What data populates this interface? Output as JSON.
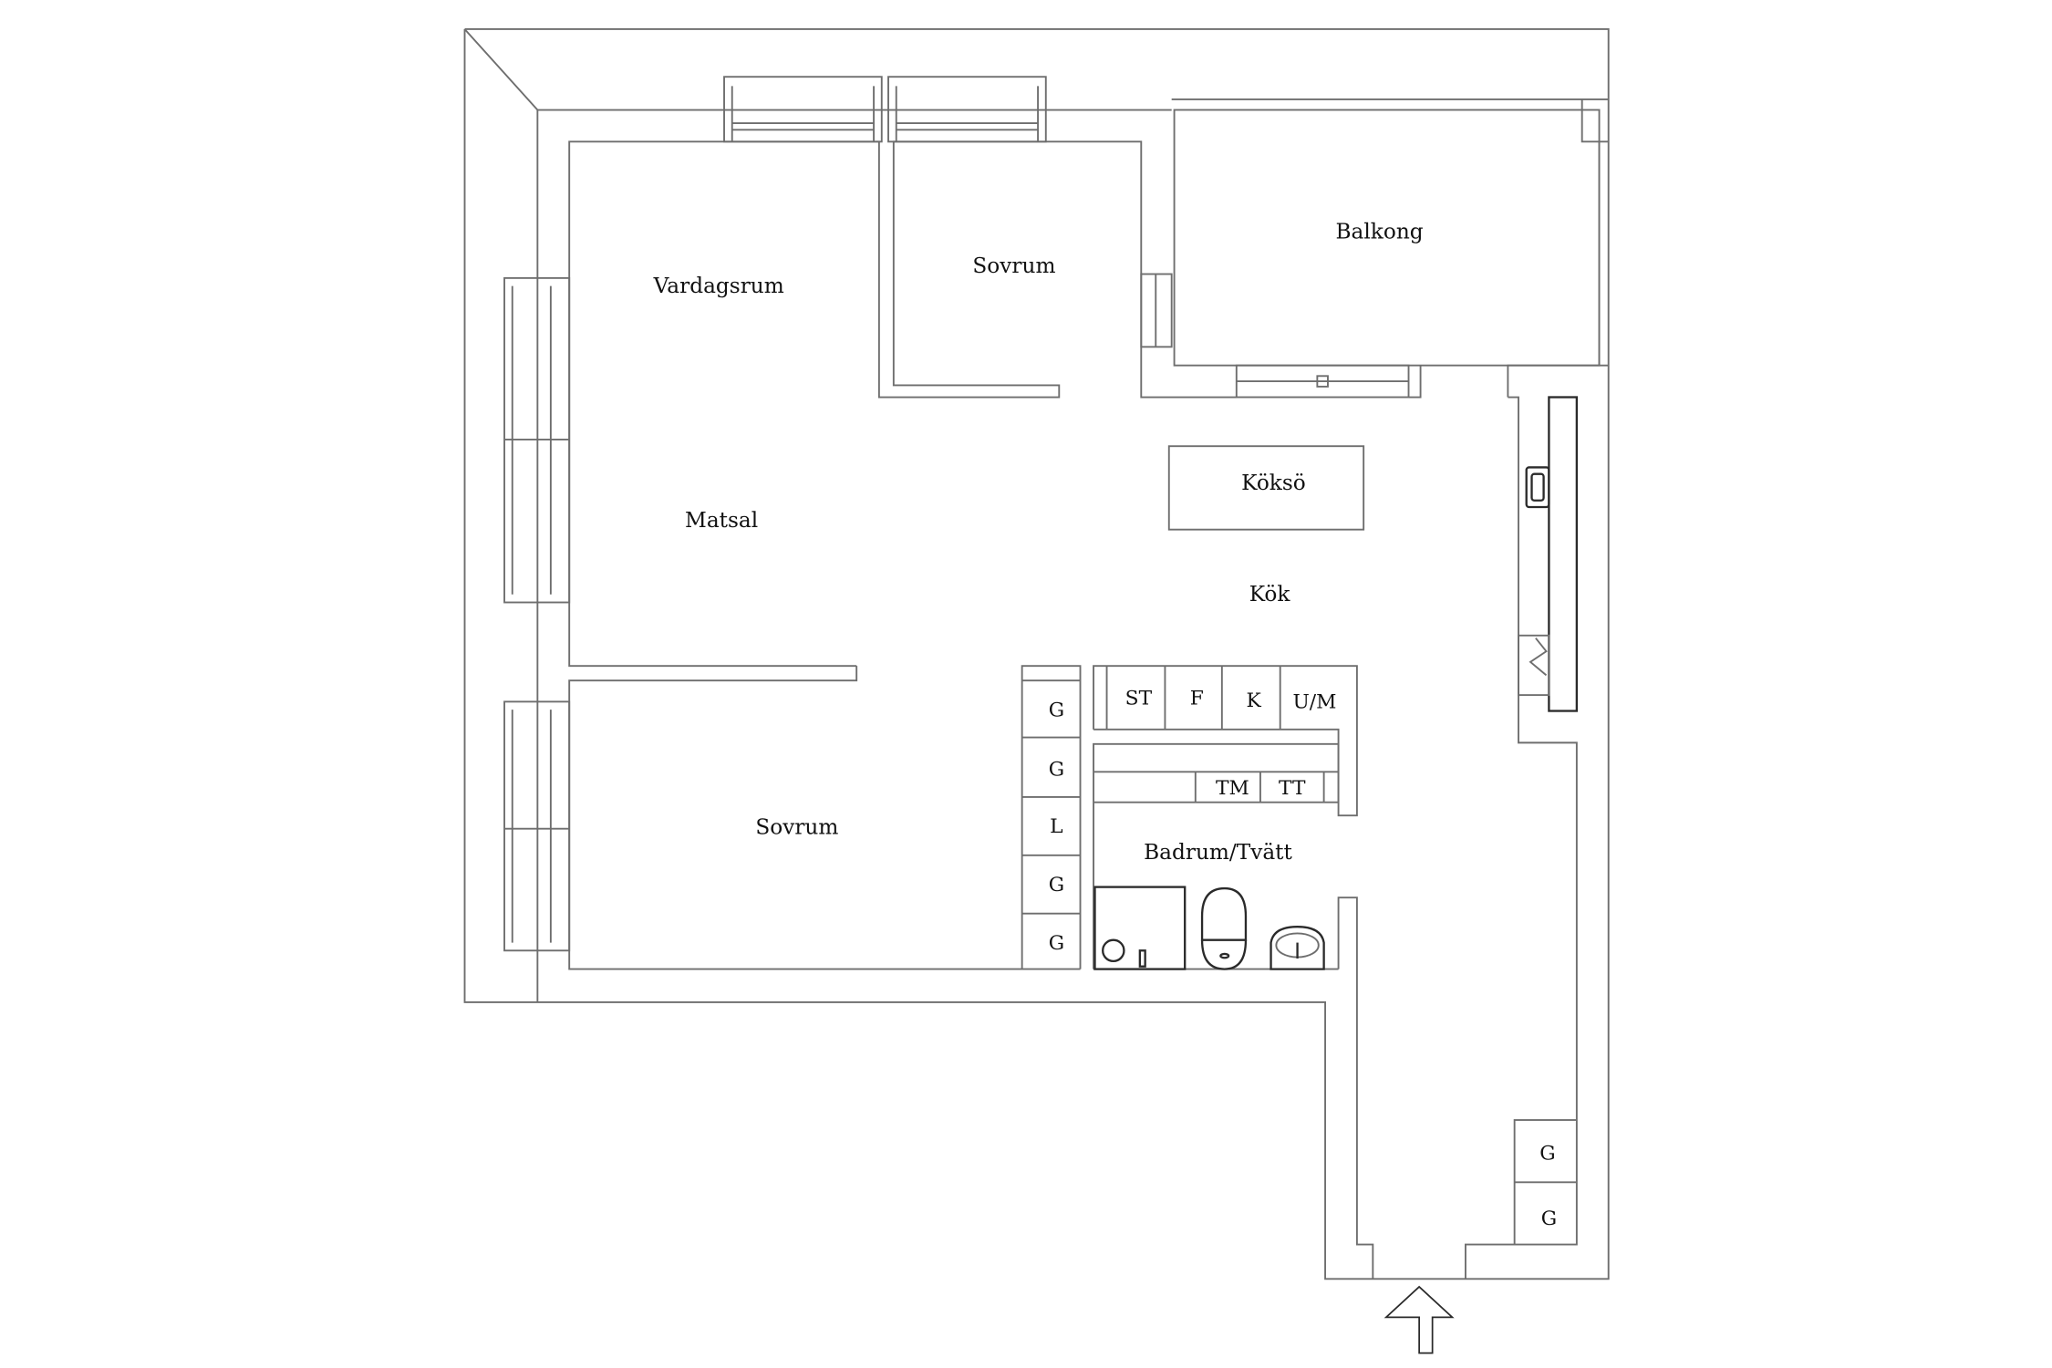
{
  "rooms": {
    "vardagsrum": "Vardagsrum",
    "sovrum_top": "Sovrum",
    "balkong": "Balkong",
    "matsal": "Matsal",
    "koksoe": "Köksö",
    "kok": "Kök",
    "sovrum_bottom": "Sovrum",
    "badrum": "Badrum/Tvätt"
  },
  "appliances": {
    "st": "ST",
    "f": "F",
    "k": "K",
    "um": "U/M",
    "tm": "TM",
    "tt": "TT"
  },
  "closets": {
    "left": [
      "G",
      "G",
      "L",
      "G",
      "G"
    ],
    "right": [
      "G",
      "G"
    ]
  },
  "icons": {
    "entrance": "arrow-up-icon"
  },
  "colors": {
    "wall_line": "#6e6e6e",
    "fixture_line": "#2a2a2a",
    "background": "#ffffff"
  }
}
